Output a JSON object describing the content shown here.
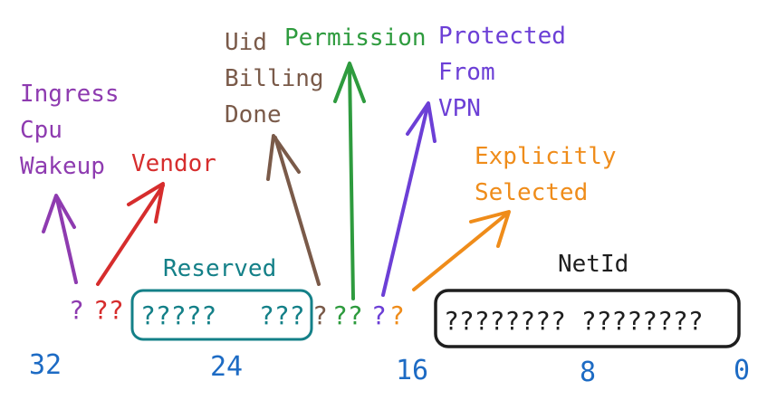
{
  "colors": {
    "purple": "#8e3bb0",
    "red": "#d62d2d",
    "brown": "#7a5a49",
    "green": "#2e9b3e",
    "violet": "#6c3fd6",
    "orange": "#ef8c1a",
    "teal": "#148088",
    "black": "#1e1e1e",
    "blue": "#1d6bc4"
  },
  "labels": {
    "ingress_cpu_wakeup": [
      "Ingress",
      "Cpu",
      "Wakeup"
    ],
    "vendor": "Vendor",
    "uid_billing_done": [
      "Uid",
      "Billing",
      "Done"
    ],
    "permission": "Permission",
    "protected_from_vpn": [
      "Protected",
      "From",
      "VPN"
    ],
    "explicitly_selected": [
      "Explicitly",
      "Selected"
    ],
    "reserved": "Reserved",
    "netid": "NetId"
  },
  "bits": {
    "ingress_bit": "?",
    "vendor_bits": "??",
    "reserved_bits_left": "?????",
    "reserved_bits_right": "???",
    "uid_bit": "?",
    "permission_bits": "??",
    "protected_bit": "?",
    "explicit_bit": "?",
    "netid_bits": "???????? ????????"
  },
  "axis": {
    "ticks": [
      "32",
      "24",
      "16",
      "8",
      "0"
    ]
  },
  "icons": {
    "arrow": "arrow-up-icon"
  }
}
